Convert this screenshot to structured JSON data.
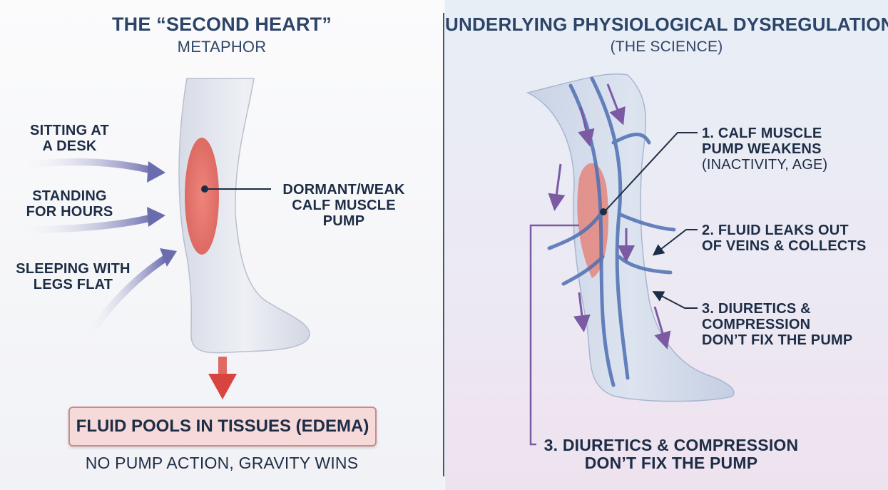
{
  "left": {
    "title": "THE “SECOND HEART”",
    "subtitle": "METAPHOR",
    "causes": [
      {
        "line1": "SITTING AT",
        "line2": "A DESK"
      },
      {
        "line1": "STANDING",
        "line2": "FOR HOURS"
      },
      {
        "line1": "SLEEPING WITH",
        "line2": "LEGS FLAT"
      }
    ],
    "pump_label": {
      "line1": "DORMANT/WEAK",
      "line2": "CALF MUSCLE",
      "line3": "PUMP"
    },
    "result_box": "FLUID POOLS IN TISSUES (EDEMA)",
    "result_caption": "NO PUMP ACTION, GRAVITY WINS"
  },
  "right": {
    "title": "UNDERLYING PHYSIOLOGICAL DYSREGULATION",
    "subtitle": "(THE SCIENCE)",
    "points": [
      {
        "line1": "1. CALF MUSCLE",
        "line2": "PUMP WEAKENS",
        "line3": "(INACTIVITY, AGE)"
      },
      {
        "line1": "2. FLUID LEAKS OUT",
        "line2": "OF VEINS & COLLECTS"
      },
      {
        "line1": "3. DIURETICS &",
        "line2": "COMPRESSION",
        "line3": "DON’T FIX THE PUMP"
      }
    ],
    "bottom_label": {
      "line1": "3. DIURETICS & COMPRESSION",
      "line2": "DON’T FIX THE PUMP"
    }
  },
  "colors": {
    "title": "#2b4468",
    "text": "#1d2d45",
    "muscle": "#e0574f",
    "vein": "#4e6fb3",
    "arrow": "#6f6fb0",
    "down_arrow": "#d8443e"
  }
}
